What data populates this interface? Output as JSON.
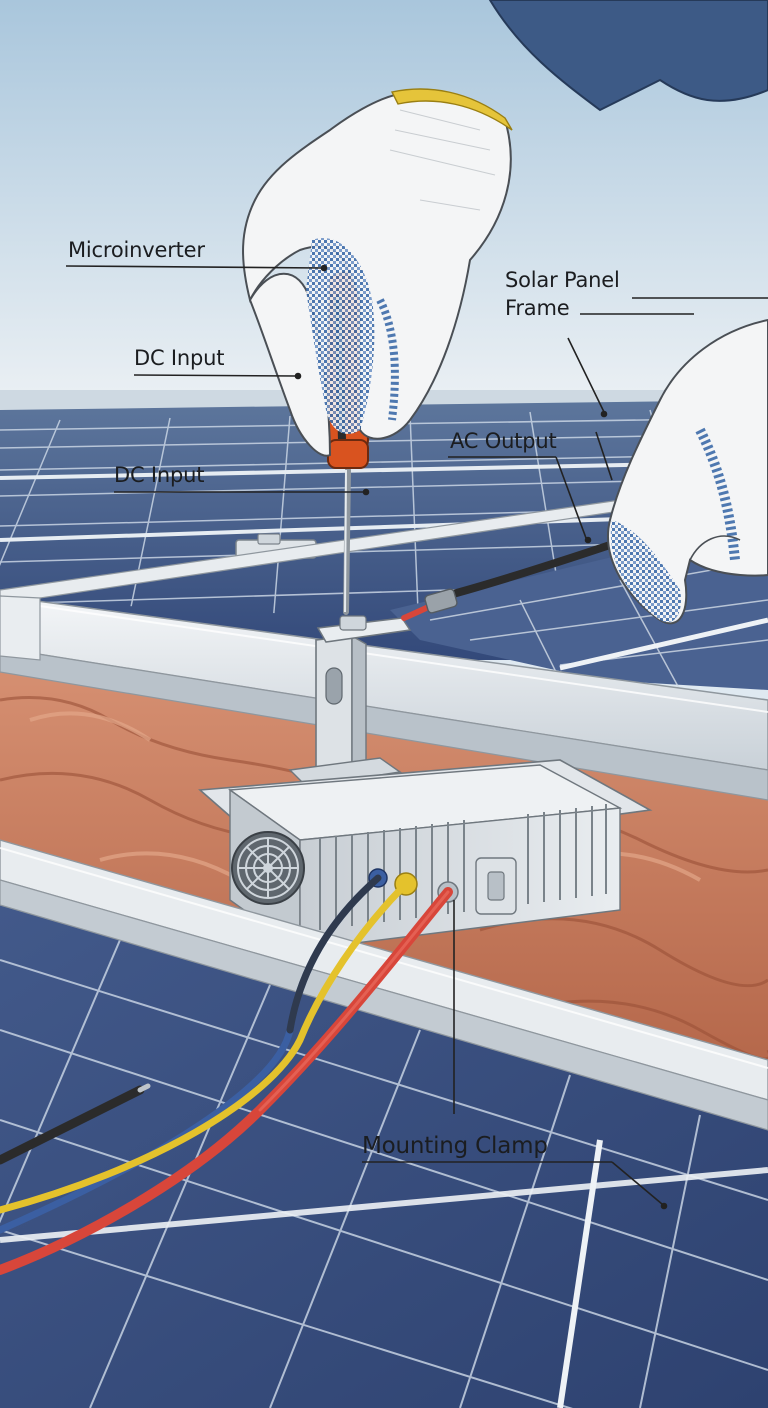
{
  "labels": {
    "microinverter": "Microinverter",
    "dc_input_upper": "DC Input",
    "dc_input_lower": "DC Input",
    "solar_panel_frame_line1": "Solar Panel",
    "solar_panel_frame_line2": "Frame",
    "ac_output": "AC Output",
    "mounting_clamp": "Mounting Clamp"
  },
  "colors": {
    "sky_top": "#a9c6dc",
    "sky_bottom": "#e8eef3",
    "panel_cell": "#3f5a86",
    "panel_grid": "#c9d5e4",
    "roof_tile": "#c47a5a",
    "frame_aluminum": "#e6ebef",
    "glove": "#f4f5f6",
    "glove_grip": "#3c6aa8",
    "glove_cuff_band": "#e5c43a",
    "sleeve": "#3d5a86",
    "screwdriver_handle": "#d9531f",
    "cable_red": "#d8463a",
    "cable_yellow": "#e4c22c",
    "cable_blue": "#3b5fa2",
    "cable_black": "#2b2b2b",
    "leader_line": "#222222"
  },
  "icons": [
    "fan-icon",
    "heatsink-fins",
    "screwdriver"
  ]
}
